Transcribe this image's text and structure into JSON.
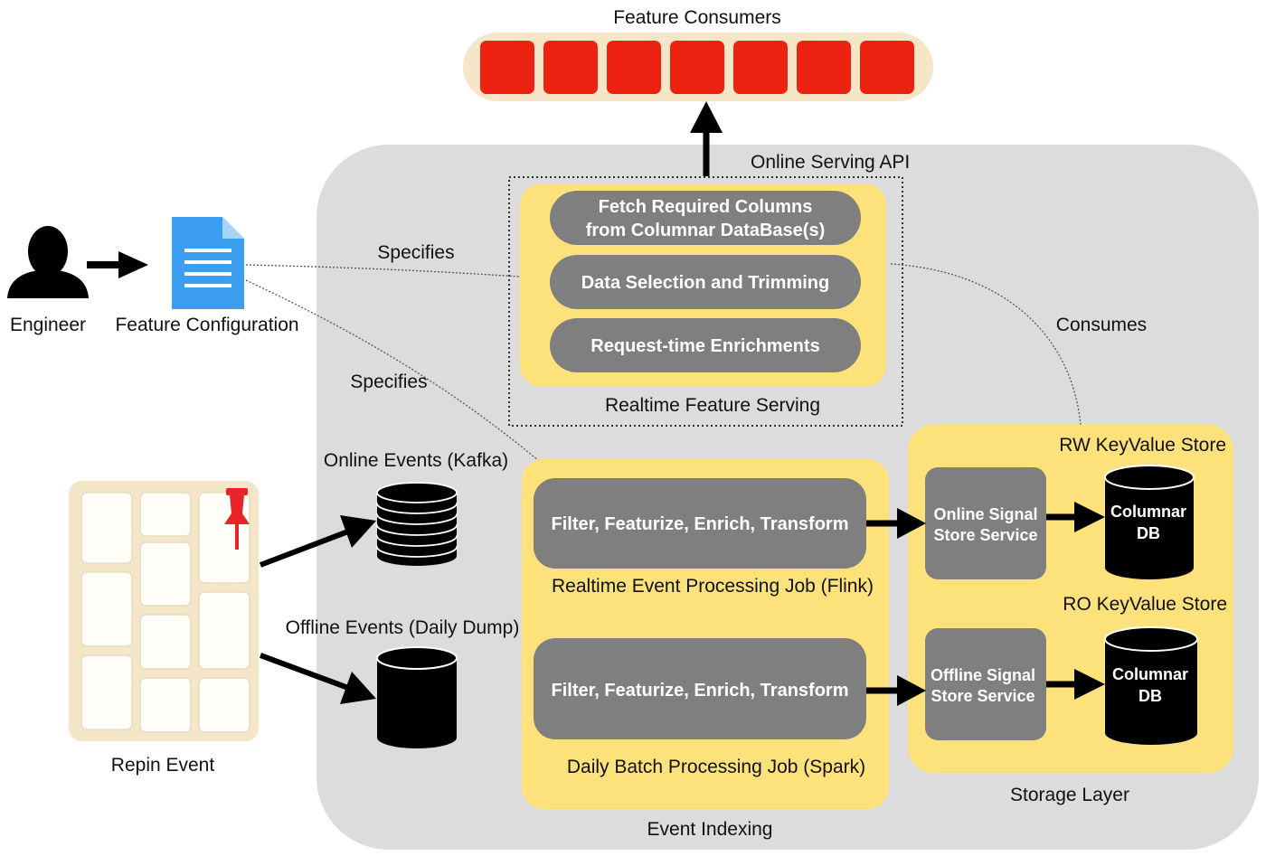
{
  "top": {
    "consumers_label": "Feature Consumers",
    "consumer_count": 7,
    "online_api_label": "Online Serving API"
  },
  "left": {
    "engineer_label": "Engineer",
    "config_label": "Feature Configuration",
    "repin_label": "Repin Event"
  },
  "links": {
    "specifies_1": "Specifies",
    "specifies_2": "Specifies",
    "consumes": "Consumes"
  },
  "serving": {
    "step_1_line_1": "Fetch Required Columns",
    "step_1_line_2": "from Columnar DataBase(s)",
    "step_2": "Data Selection and Trimming",
    "step_3": "Request-time Enrichments",
    "caption": "Realtime Feature Serving"
  },
  "events": {
    "online_label": "Online Events (Kafka)",
    "offline_label": "Offline Events (Daily Dump)"
  },
  "indexing": {
    "realtime_step": "Filter, Featurize, Enrich, Transform",
    "realtime_caption": "Realtime Event Processing Job (Flink)",
    "batch_step": "Filter, Featurize, Enrich, Transform",
    "batch_caption": "Daily Batch Processing Job (Spark)",
    "caption": "Event Indexing"
  },
  "storage": {
    "rw_label": "RW KeyValue Store",
    "ro_label": "RO KeyValue Store",
    "online_svc_line_1": "Online Signal",
    "online_svc_line_2": "Store Service",
    "offline_svc_line_1": "Offline Signal",
    "offline_svc_line_2": "Store Service",
    "db1_line_1": "Columnar",
    "db1_line_2": "DB",
    "db2_line_1": "Columnar",
    "db2_line_2": "DB",
    "caption": "Storage Layer"
  },
  "colors": {
    "consumer_red": "#ee2211",
    "consumer_tray": "#f5e6c8",
    "yellow": "#fde17a",
    "gray_panel": "#dcdcdc",
    "gray_pill": "#7f7f7f",
    "doc_blue": "#3b9ef0",
    "pin_red": "#e8242a"
  }
}
